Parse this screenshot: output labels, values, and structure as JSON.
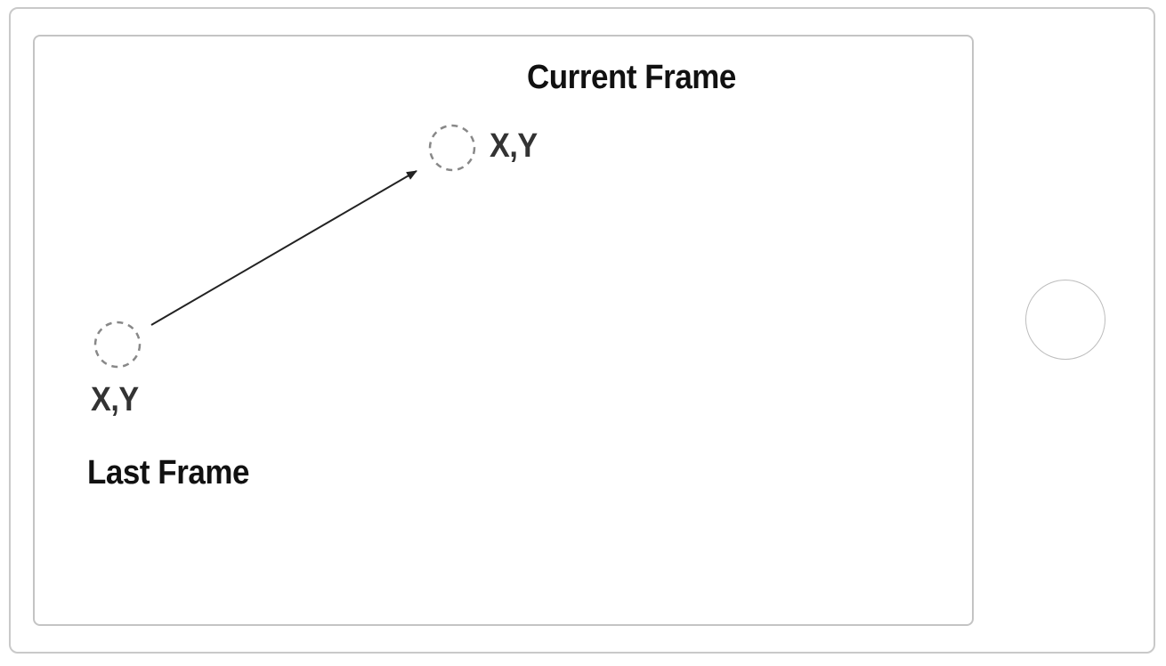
{
  "diagram": {
    "current_frame": {
      "title": "Current Frame",
      "coordinate": "X,Y"
    },
    "last_frame": {
      "title": "Last Frame",
      "coordinate": "X,Y"
    }
  },
  "colors": {
    "device_border": "#c9c9c9",
    "screen_border": "#c4c4c4",
    "point_outline": "#888888",
    "arrow": "#222222",
    "text": "#111111"
  }
}
